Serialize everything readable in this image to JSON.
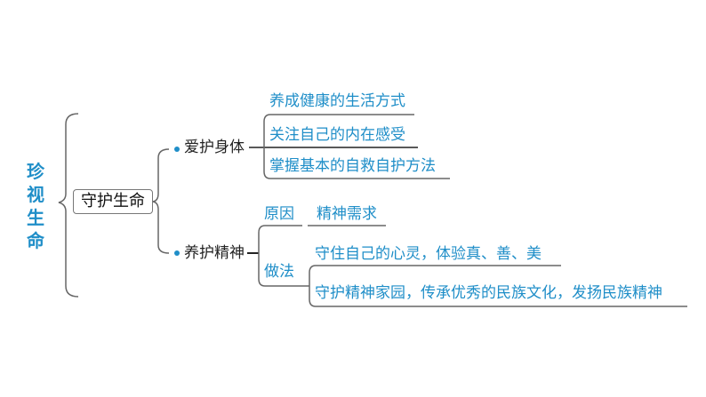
{
  "title": "珍视生命",
  "root": "守护生命",
  "branches": [
    {
      "label": "爱护身体",
      "items": [
        "养成健康的生活方式",
        "关注自己的内在感受",
        "掌握基本的自救自护方法"
      ]
    },
    {
      "label": "养护精神",
      "reason_label": "原因",
      "reason": "精神需求",
      "method_label": "做法",
      "methods": [
        "守住自己的心灵，体验真、善、美",
        "守护精神家园，传承优秀的民族文化，发扬民族精神"
      ]
    }
  ],
  "colors": {
    "accent": "#1f8ec8",
    "line": "#555555"
  }
}
